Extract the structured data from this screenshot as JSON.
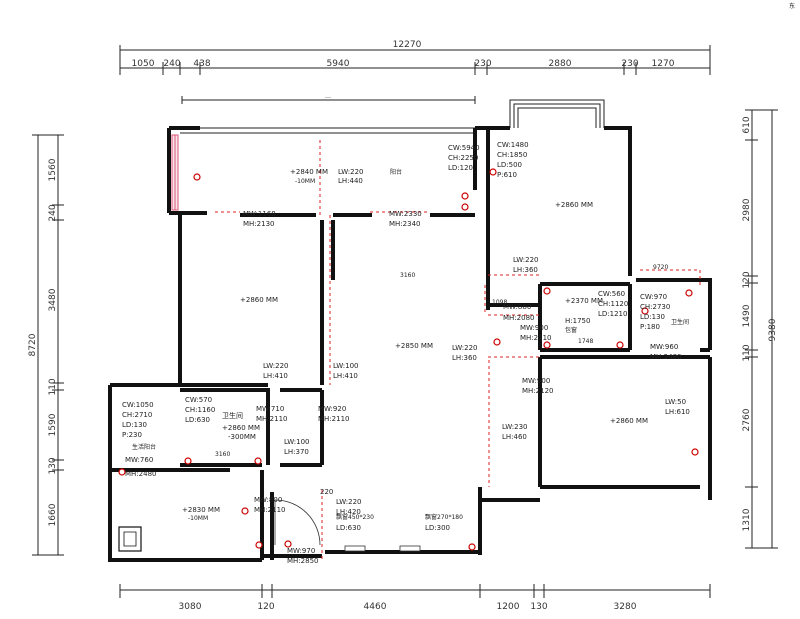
{
  "dimensions": {
    "top_total": "12270",
    "top_segments": [
      "1050",
      "240",
      "438",
      "5940",
      "230",
      "2880",
      "230",
      "1270"
    ],
    "bottom_segments": [
      "3080",
      "120",
      "4460",
      "1200",
      "130",
      "3280"
    ],
    "left_total": "8720",
    "left_segments": [
      "1560",
      "240",
      "3480",
      "110",
      "1590",
      "130",
      "1660"
    ],
    "right_total": "9380",
    "right_segments": [
      "610",
      "2980",
      "120",
      "1490",
      "110",
      "2760",
      "1310"
    ],
    "inner": [
      "3160",
      "9720",
      "1098",
      "1748"
    ],
    "door_width": "220"
  },
  "corner_mark": "东",
  "labels": {
    "balcony": {
      "title": "阳台",
      "height": "+2840 MM",
      "drop": "-10MM",
      "lw": "LW:220",
      "lh": "LH:440",
      "cw": "CW:5940",
      "ch": "CH:2250",
      "ld": "LD:120"
    },
    "bedroom_ne": {
      "cw": "CW:1480",
      "ch": "CH:1850",
      "ld": "LD:500",
      "p": "P:610",
      "height": "+2860 MM"
    },
    "bedroom_w": {
      "mw": "MW:1168",
      "mh": "MH:2130",
      "height": "+2860 MM"
    },
    "living": {
      "mw": "MW:2330",
      "mh": "MH:2340",
      "height": "+2850 MM",
      "lw": "LW:220",
      "lh": "LH:360",
      "lw2": "LW:100",
      "lh2": "LH:410"
    },
    "kitchen": {
      "mw": "MW:880",
      "mh": "MH:2080",
      "height": "+2370 MM",
      "cw": "CW:560",
      "ch": "CH:1120",
      "ld": "LD:1210",
      "ww": "H:1750",
      "note": "包窗"
    },
    "small_bath": {
      "cw": "CW:970",
      "ch": "CH:2730",
      "ld": "LD:130",
      "p": "P:180",
      "title": "卫生间"
    },
    "hall_doors": {
      "mw": "MW:900",
      "mh": "MH:2110",
      "lw": "LW:220",
      "lh": "LH:360",
      "mw2": "MW:960",
      "mh2": "MH:2480"
    },
    "bedroom_se": {
      "mw": "MW:900",
      "mh": "MH:2120",
      "lw": "LW:230",
      "lh": "LH:460",
      "lw2": "LW:50",
      "lh2": "LH:610",
      "height": "+2860 MM"
    },
    "bath_main": {
      "cw": "CW:570",
      "ch": "CH:1160",
      "ld": "LD:630",
      "height": "+2860 MM",
      "drop": "-300MM",
      "mw": "MW:710",
      "mh": "MH:2110",
      "title": "卫生间",
      "top": "3160"
    },
    "closet": {
      "mw": "MW:920",
      "mh": "MH:2110",
      "lw": "LW:100",
      "lh": "LH:370"
    },
    "laundry": {
      "cw": "CW:1050",
      "ch": "CH:2710",
      "ld": "LD:130",
      "p": "P:230",
      "title": "生活阳台",
      "mw": "MW:760",
      "mh": "MH:2480"
    },
    "entry_room": {
      "height": "+2830 MM",
      "drop": "-10MM",
      "mw": "MW:800",
      "mh": "MH:2110"
    },
    "entrance": {
      "mw": "MW:970",
      "mh": "MH:2850",
      "lw": "LW:220",
      "lh": "LH:420",
      "w1": "飘窗450*230",
      "ld1": "LD:630",
      "w2": "飘窗270*180",
      "ld2": "LD:300"
    }
  }
}
